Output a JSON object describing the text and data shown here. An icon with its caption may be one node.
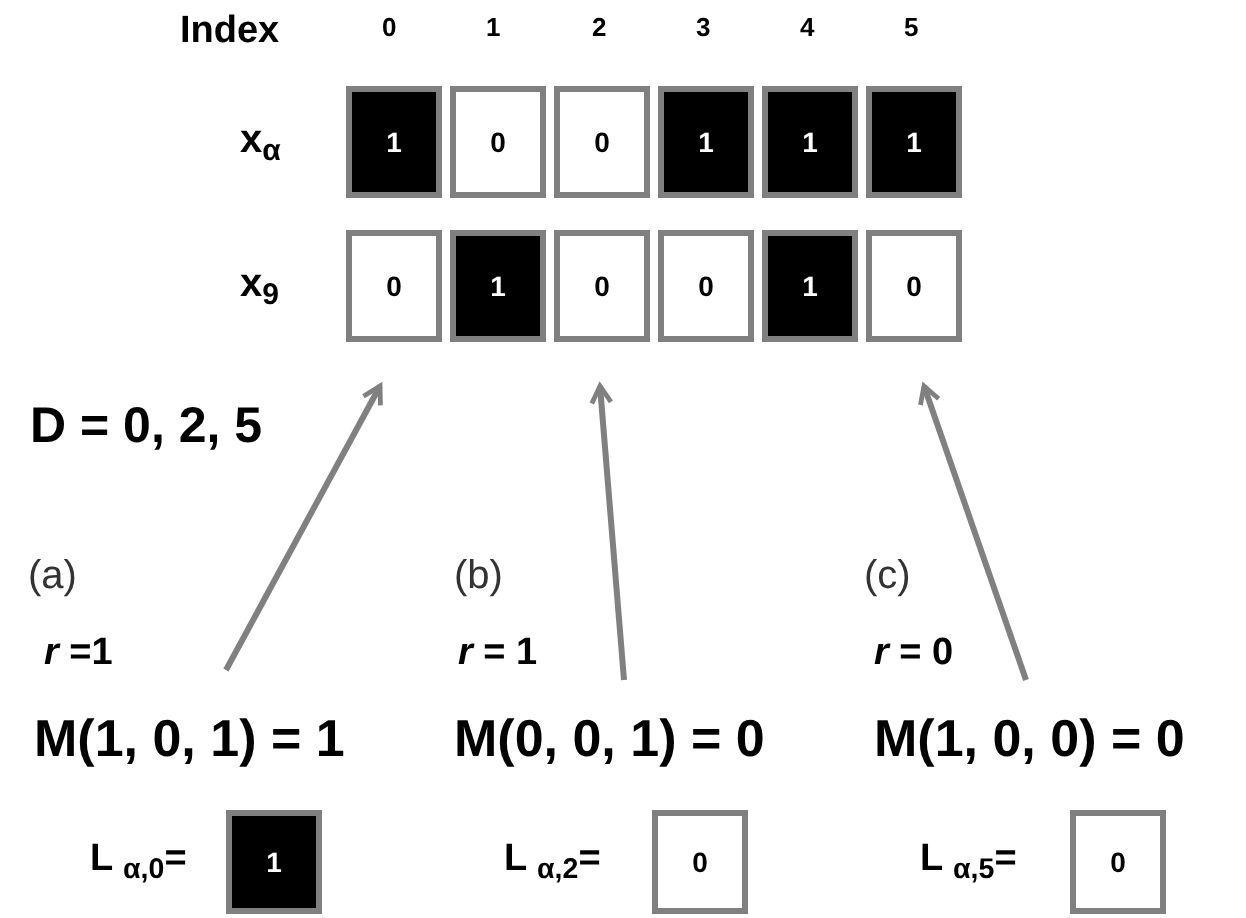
{
  "diagram": {
    "nodes": [
      {
        "text": [
          "1"
        ]
      },
      {
        "text": [
          "0"
        ]
      },
      {
        "text": [
          "0"
        ]
      },
      {
        "text": [
          "1"
        ]
      },
      {
        "text": [
          "1"
        ]
      },
      {
        "text": [
          "1"
        ]
      },
      {
        "text": [
          "0"
        ]
      },
      {
        "text": [
          "1"
        ]
      },
      {
        "text": [
          "0"
        ]
      },
      {
        "text": [
          "0"
        ]
      },
      {
        "text": [
          "1"
        ]
      },
      {
        "text": [
          "0"
        ]
      },
      {
        "text": [
          "1"
        ]
      },
      {
        "text": [
          "0"
        ]
      },
      {
        "text": [
          "0"
        ]
      }
    ],
    "edges": [
      {
        "from": null,
        "to": 6,
        "arrow": "to"
      },
      {
        "from": null,
        "to": 8,
        "arrow": "to"
      },
      {
        "from": null,
        "to": 11,
        "arrow": "to"
      }
    ],
    "labels": [
      "Index",
      "0",
      "1",
      "2",
      "3",
      "4",
      "5",
      "x$_{α}$",
      "x$_{9}$",
      "D = 0, 2, 5",
      "(a)",
      "(b)",
      "(c)",
      "*r* =1",
      "*r* = 1",
      "*r* = 0",
      "M(1, 0, 1) = 1",
      "M(0, 0, 1) = 0",
      "M(1, 0, 0) = 0",
      "L $_{α,0}$=",
      "L $_{α,2}$=",
      "L $_{α,5}$="
    ]
  }
}
